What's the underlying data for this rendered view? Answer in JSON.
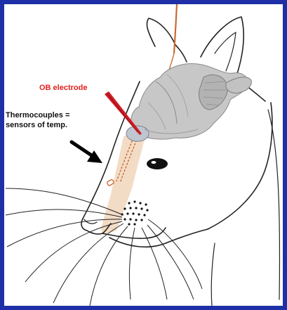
{
  "labels": {
    "ob_electrode": "OB electrode",
    "thermo_line1": "Thermocouples =",
    "thermo_line2": "sensors of temp."
  },
  "colors": {
    "frame": "#1f2fa8",
    "ob_label": "#e0201b",
    "electrode": "#d11b25",
    "nasal_cavity": "#f3dcc6",
    "thermocouple_wire": "#c96a30",
    "line_art": "#222222",
    "brain": "#b9b9b9"
  },
  "icons": {
    "pointer": "black-arrow-icon",
    "animal": "rat-head-outline",
    "organ": "rat-brain-3d"
  }
}
